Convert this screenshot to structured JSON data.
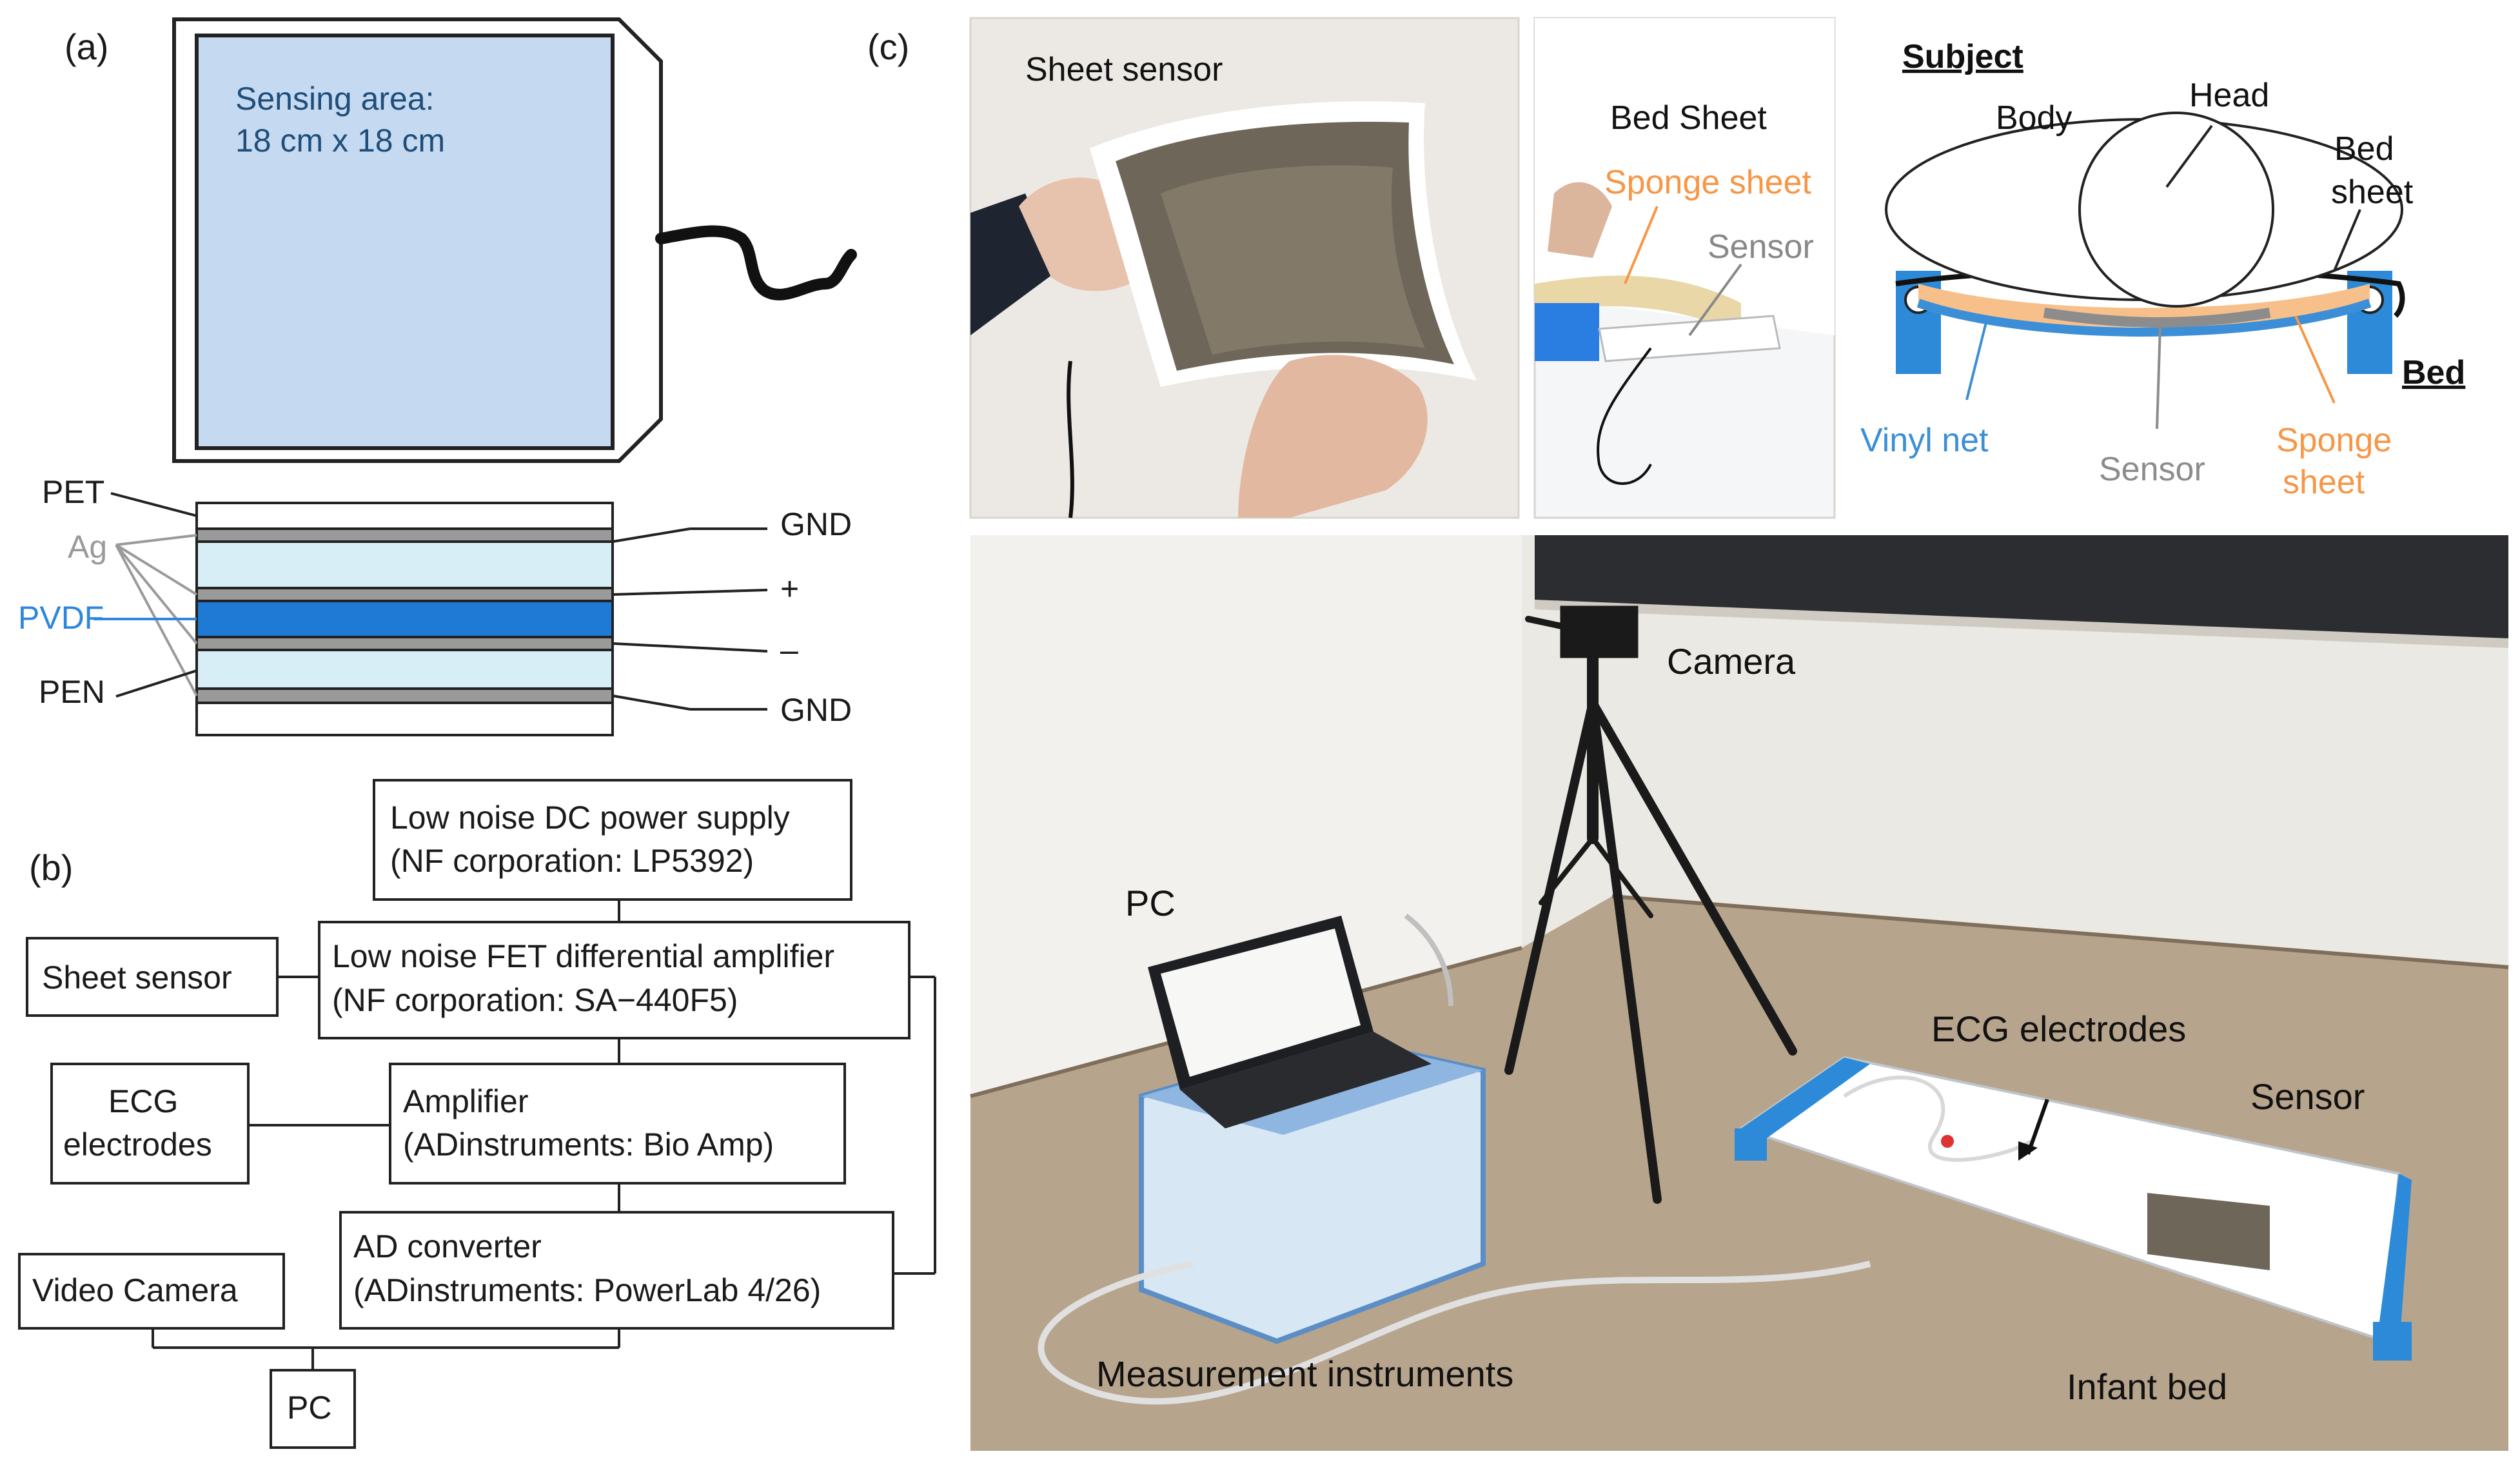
{
  "panel_a": {
    "label": "(a)",
    "sensing_area_line1": "Sensing area:",
    "sensing_area_line2": "18 cm x 18 cm",
    "layers": {
      "pet": "PET",
      "ag": "Ag",
      "pvdf": "PVDF",
      "pen": "PEN",
      "gnd_top": "GND",
      "plus": "+",
      "minus": "–",
      "gnd_bottom": "GND"
    }
  },
  "panel_b": {
    "label": "(b)",
    "power_line1": "Low noise DC power supply",
    "power_line2": "(NF corporation: LP5392)",
    "sheet_sensor": "Sheet sensor",
    "fet_line1": "Low noise FET differential amplifier",
    "fet_line2": "(NF corporation: SA−440F5)",
    "ecg_line1": "ECG",
    "ecg_line2": "electrodes",
    "amp_line1": "Amplifier",
    "amp_line2": "(ADinstruments: Bio Amp)",
    "video_camera": "Video Camera",
    "ad_line1": "AD converter",
    "ad_line2": "(ADinstruments: PowerLab 4/26)",
    "pc": "PC"
  },
  "panel_c": {
    "label": "(c)",
    "photo1_label": "Sheet sensor",
    "photo2_bed_sheet": "Bed Sheet",
    "photo2_sponge": "Sponge sheet",
    "photo2_sensor": "Sensor",
    "schematic": {
      "subject": "Subject",
      "body": "Body",
      "head": "Head",
      "bed_sheet_line1": "Bed",
      "bed_sheet_line2": "sheet",
      "bed": "Bed",
      "vinyl_net": "Vinyl net",
      "sensor": "Sensor",
      "sponge_line1": "Sponge",
      "sponge_line2": "sheet"
    },
    "room": {
      "camera": "Camera",
      "pc": "PC",
      "ecg_electrodes": "ECG electrodes",
      "sensor": "Sensor",
      "measurement_instruments": "Measurement  instruments",
      "infant_bed": "Infant bed"
    }
  },
  "colors": {
    "sensing_fill": "#c5d9f1",
    "pvdf_blue": "#1e7ad4",
    "pvdf_light": "#d7eef6",
    "ag_gray": "#9a9a9a",
    "sponge_orange": "#f79646",
    "vinyl_blue": "#3c8fd6",
    "sensor_gray": "#8c8c8c"
  }
}
